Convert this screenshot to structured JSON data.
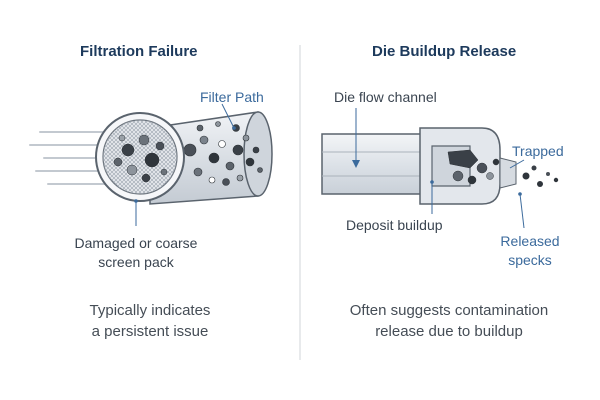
{
  "left": {
    "title": "Filtration Failure",
    "label_path": "Filter Path",
    "label_screen_line1": "Damaged or coarse",
    "label_screen_line2": "screen pack",
    "caption_line1": "Typically indicates",
    "caption_line2": "a persistent issue"
  },
  "right": {
    "title": "Die Buildup Release",
    "label_channel": "Die flow channel",
    "label_deposit": "Deposit buildup",
    "label_trapped": "Trapped",
    "label_released_line1": "Released",
    "label_released_line2": "specks",
    "caption_line1": "Often suggests contamination",
    "caption_line2": "release due to buildup"
  },
  "colors": {
    "title": "#1d3a5c",
    "accent_blue": "#3b6a9c",
    "text": "#3a4450",
    "metal": "#dfe4ea",
    "divider": "#d0d5da"
  }
}
